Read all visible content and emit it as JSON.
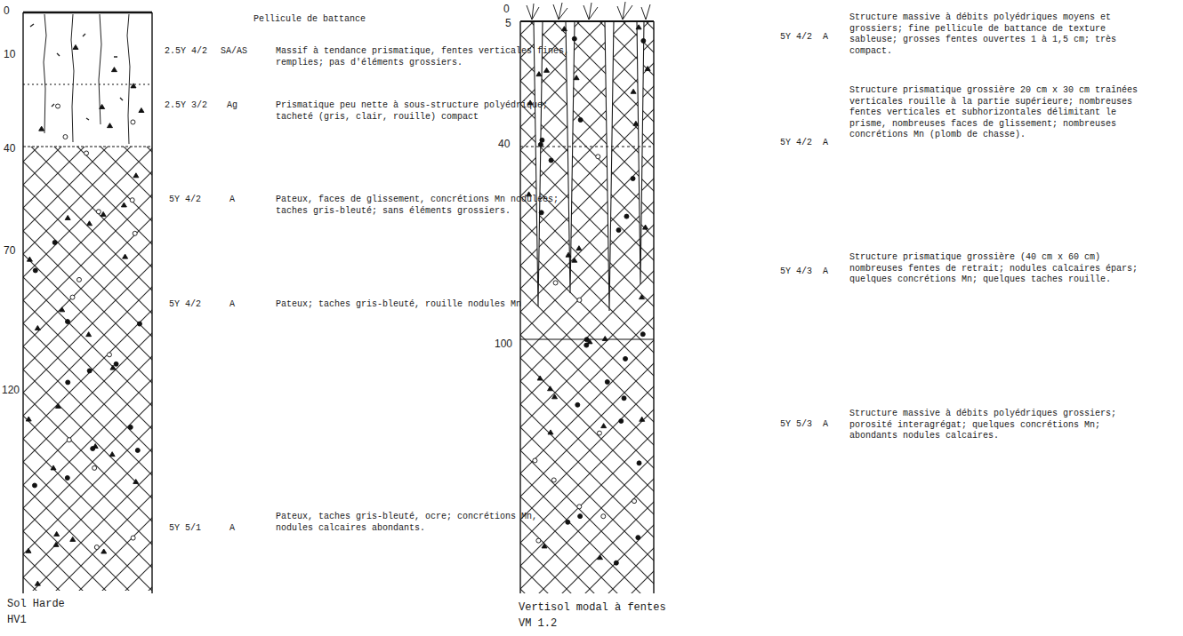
{
  "diagram": {
    "labels": [
      "0",
      "10",
      "40",
      "70",
      "120",
      "Pellicule de battance",
      "2.5Y 4/2",
      "SA/AS",
      "Massif à tendance prismatique, fentes verticales fines, remplies; pas d'éléments grossiers.",
      "2.5Y 3/2",
      "Ag",
      "Prismatique peu nette à sous-structure polyédrique; tacheté (gris, clair, rouille) compact",
      "5Y 4/2",
      "A",
      "Pateux, faces de glissement, concrétions Mn nodulées; taches gris-bleuté; sans éléments grossiers.",
      "5Y 4/2",
      "A",
      "Pateux; taches gris-bleuté, rouille nodules Mn",
      "5Y 5/1",
      "A",
      "Pateux, taches gris-bleuté, ocre; concrétions Mn, nodules calcaires abondants.",
      "Sol Harde",
      "HV1",
      "0",
      "5",
      "40",
      "100",
      "5Y 4/2",
      "A",
      "Structure massive à débits polyédriques moyens et grossiers; fine pellicule de battance de texture sableuse; grosses fentes ouvertes 1 à 1,5 cm; très compact.",
      "5Y 4/2",
      "A",
      "Structure prismatique grossière 20 cm x 30 cm traînées verticales rouille à la partie supérieure; nombreuses fentes verticales et subhorizontales délimitant le prisme, nombreuses faces de glissement; nombreuses concrétions Mn (plomb de chasse).",
      "5Y 4/3",
      "A",
      "Structure prismatique grossière (40 cm x 60 cm) nombreuses fentes de retrait; nodules calcaires épars; quelques concrétions Mn; quelques taches rouille.",
      "5Y 5/3",
      "A",
      "Structure massive à débits polyédriques grossiers; porosité interagrégat; quelques concrétions Mn; abondants nodules calcaires.",
      "Vertisol modal à fentes",
      "VM 1.2"
    ]
  }
}
